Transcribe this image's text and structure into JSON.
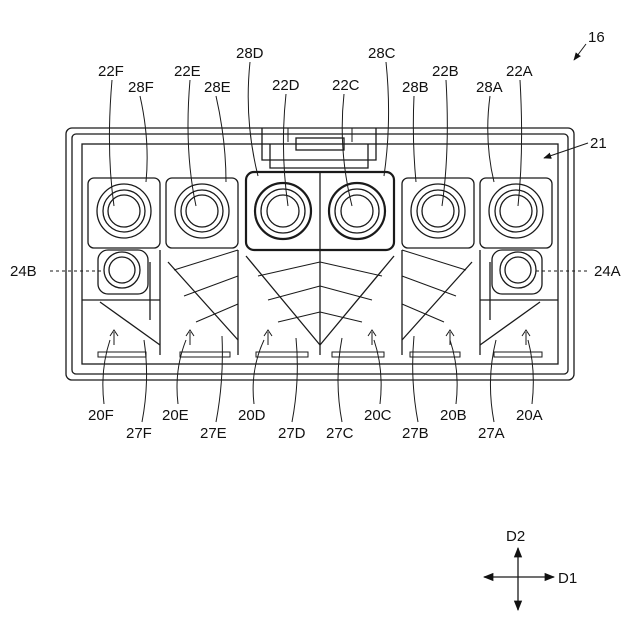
{
  "figure_number": "16",
  "body_label": "21",
  "ports": [
    {
      "port": "22F",
      "rib": "28F"
    },
    {
      "port": "22E",
      "rib": "28E"
    },
    {
      "port": "22D",
      "rib": "28D"
    },
    {
      "port": "22C",
      "rib": "28C"
    },
    {
      "port": "22B",
      "rib": "28B"
    },
    {
      "port": "22A",
      "rib": "28A"
    }
  ],
  "side_labels": {
    "left": "24B",
    "right": "24A"
  },
  "chambers": [
    "20F",
    "20E",
    "20D",
    "20C",
    "20B",
    "20A"
  ],
  "walls": [
    "27F",
    "27E",
    "27D",
    "27C",
    "27B",
    "27A"
  ],
  "axes": {
    "vertical": "D2",
    "horizontal": "D1"
  }
}
